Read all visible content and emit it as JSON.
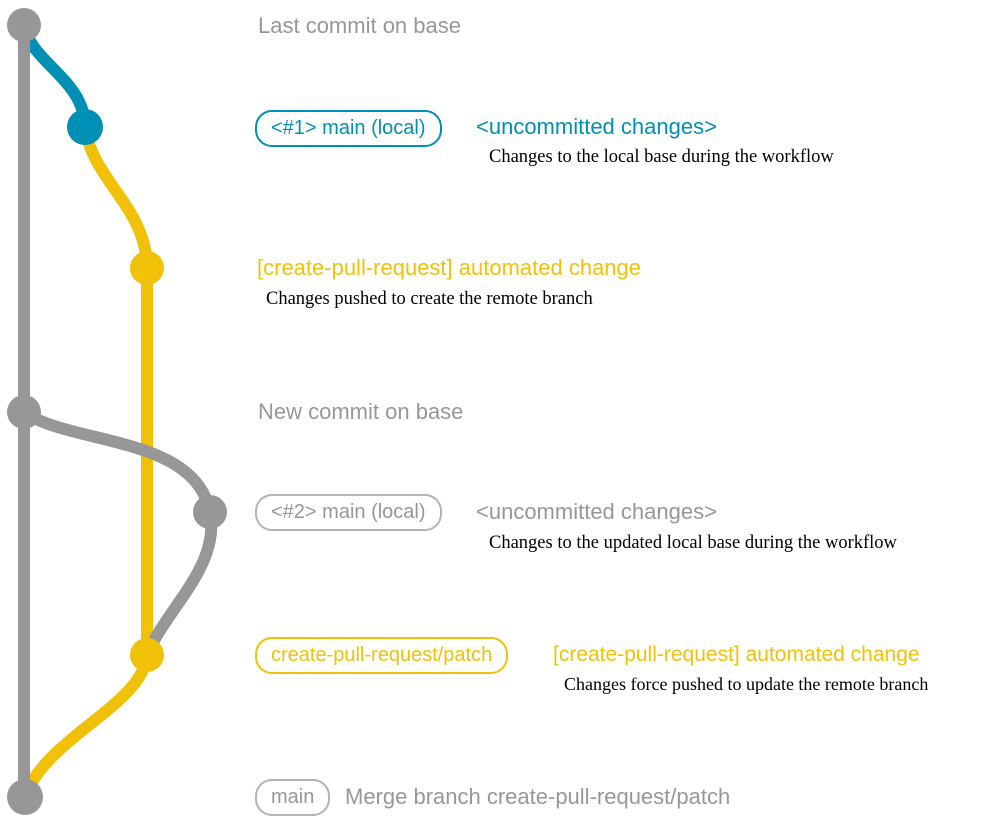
{
  "colors": {
    "base_branch": "#979797",
    "local_main_branch": "#008fb5",
    "patch_branch": "#f1c109",
    "annotation_text": "#000000"
  },
  "rows": [
    {
      "color": "gray",
      "message": "Last commit on base"
    },
    {
      "color": "blue",
      "label": "<#1> main (local)",
      "message": "<uncommitted changes>",
      "annotation": "Changes to the local base during the workflow"
    },
    {
      "color": "yellow",
      "message": "[create-pull-request] automated change",
      "annotation": "Changes pushed to create the remote branch"
    },
    {
      "color": "gray",
      "message": "New commit on base"
    },
    {
      "color": "gray",
      "label": "<#2> main (local)",
      "message": "<uncommitted changes>",
      "annotation": "Changes to the updated local base during the workflow"
    },
    {
      "color": "yellow",
      "label": "create-pull-request/patch",
      "message": "[create-pull-request] automated change",
      "annotation": "Changes force pushed to update the remote branch"
    },
    {
      "color": "gray",
      "label": "main",
      "message": "Merge branch create-pull-request/patch"
    }
  ]
}
